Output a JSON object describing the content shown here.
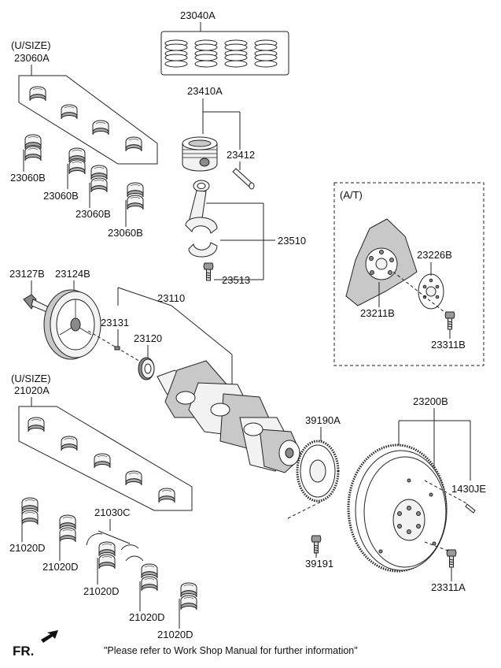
{
  "labels": {
    "piston_ring_set": "23040A",
    "piston_assy": "23410A",
    "piston_pin": "23412",
    "connecting_rod": "23510",
    "rod_bolt": "23513",
    "upper_undersize_note": "(U/SIZE)",
    "upper_bearing_set": "23060A",
    "upper_bearing_1": "23060B",
    "upper_bearing_2": "23060B",
    "upper_bearing_3": "23060B",
    "upper_bearing_4": "23060B",
    "at_note": "(A/T)",
    "drive_plate_adapter": "23226B",
    "drive_plate": "23211B",
    "drive_plate_bolt": "23311B",
    "damper_bolt": "23127B",
    "damper_pulley": "23124B",
    "crankshaft": "23110",
    "key": "23131",
    "sprocket": "23120",
    "lower_undersize_note": "(U/SIZE)",
    "main_bearing_set": "21020A",
    "thrust_washer": "21030C",
    "main_bearing_1": "21020D",
    "main_bearing_2": "21020D",
    "main_bearing_3": "21020D",
    "main_bearing_4": "21020D",
    "main_bearing_5": "21020D",
    "target_wheel": "39190A",
    "target_wheel_bolt": "39191",
    "flywheel": "23200B",
    "dowel_pin": "1430JE",
    "flywheel_bolt": "23311A",
    "front_marker": "FR.",
    "footer_note": "\"Please refer to Work Shop Manual for further information\""
  }
}
